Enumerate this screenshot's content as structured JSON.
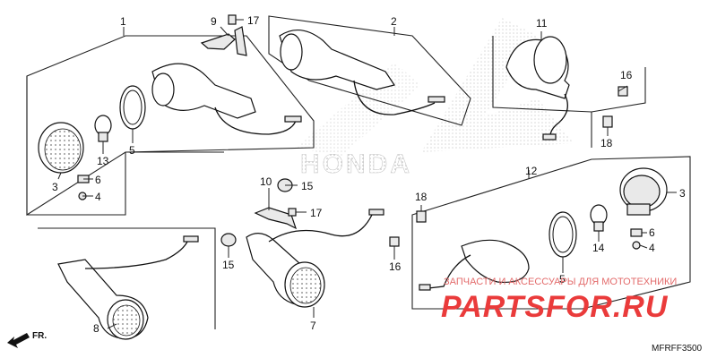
{
  "diagram": {
    "code": "MFRFF3500",
    "direction_label": "FR.",
    "brand_watermark": "HONDA",
    "shop_watermark_small": "ЗАПЧАСТИ И АКСЕССУАРЫ ДЛЯ МОТОТЕХНИКИ",
    "shop_watermark_large": "PARTSFOR.RU",
    "callouts": {
      "c1": "1",
      "c2": "2",
      "c3a": "3",
      "c3b": "3",
      "c4a": "4",
      "c4b": "4",
      "c5a": "5",
      "c5b": "5",
      "c6a": "6",
      "c6b": "6",
      "c7": "7",
      "c8": "8",
      "c9": "9",
      "c10": "10",
      "c11": "11",
      "c12": "12",
      "c13": "13",
      "c14": "14",
      "c15a": "15",
      "c15b": "15",
      "c16a": "16",
      "c16b": "16",
      "c17a": "17",
      "c17b": "17",
      "c18a": "18",
      "c18b": "18"
    }
  }
}
